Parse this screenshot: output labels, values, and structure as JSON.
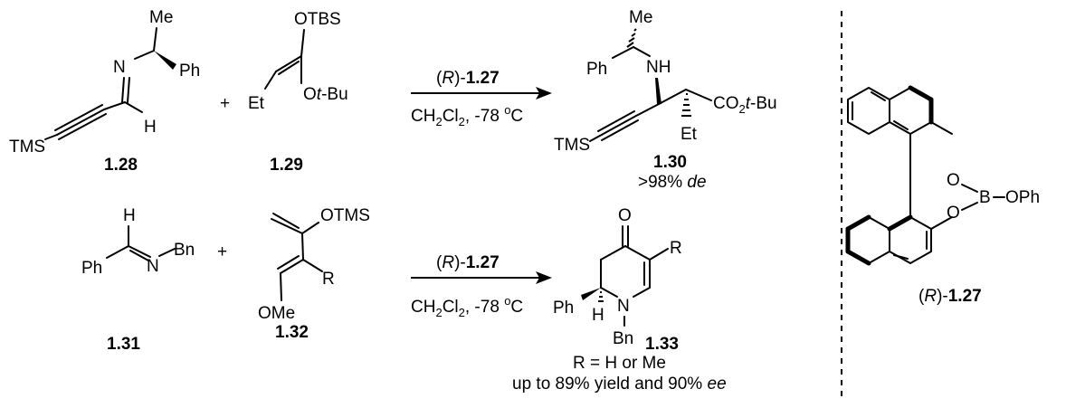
{
  "reaction_1": {
    "imine": {
      "id": "1.28",
      "me": "Me",
      "n": "N",
      "ph": "Ph",
      "h": "H",
      "tms": "TMS"
    },
    "plus": "+",
    "ketene_acetal": {
      "id": "1.29",
      "otbs": "OTBS",
      "et": "Et",
      "o": "O",
      "tbu": "t",
      "tbu_rest": "-Bu"
    },
    "catalyst": {
      "prefix_open": "(",
      "config": "R",
      "prefix_close": ")-",
      "id": "1.27"
    },
    "conditions": {
      "ch": "CH",
      "sub2a": "2",
      "cl": "Cl",
      "sub2b": "2",
      "temp": ", -78 ",
      "deg": "o",
      "unit": "C"
    },
    "product": {
      "id": "1.30",
      "me": "Me",
      "ph": "Ph",
      "nh": "NH",
      "co": "CO",
      "sub2": "2",
      "tbu_t": "t",
      "tbu_rest": "-Bu",
      "et": "Et",
      "tms": "TMS",
      "de_value": ">98% ",
      "de_unit": "de"
    }
  },
  "reaction_2": {
    "imine": {
      "id": "1.31",
      "h": "H",
      "n": "N",
      "bn": "Bn",
      "ph": "Ph"
    },
    "plus": "+",
    "diene": {
      "id": "1.32",
      "otms": "OTMS",
      "r": "R",
      "ome": "OMe"
    },
    "catalyst": {
      "prefix_open": "(",
      "config": "R",
      "prefix_close": ")-",
      "id": "1.27"
    },
    "conditions": {
      "ch": "CH",
      "sub2a": "2",
      "cl": "Cl",
      "sub2b": "2",
      "temp": ", -78 ",
      "deg": "o",
      "unit": "C"
    },
    "product": {
      "id": "1.33",
      "o": "O",
      "r": "R",
      "ph": "Ph",
      "h": "H",
      "n": "N",
      "bn": "Bn",
      "r_note": "R = H or Me",
      "yield_text": "up to 89% yield and 90% ",
      "ee_unit": "ee"
    }
  },
  "catalyst_structure": {
    "label_open": "(",
    "label_config": "R",
    "label_close": ")-",
    "label_id": "1.27",
    "o_top": "O",
    "o_bottom": "O",
    "b": "B",
    "oph": "OPh"
  }
}
